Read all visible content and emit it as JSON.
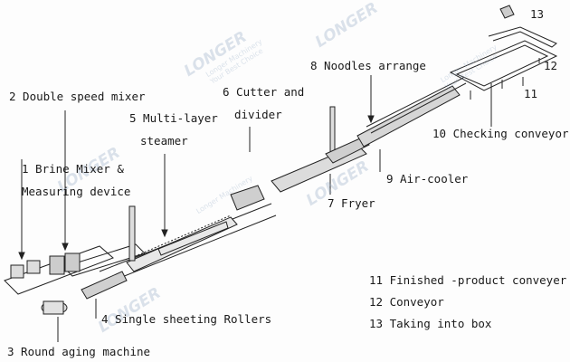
{
  "labels": {
    "l1a": "1 Brine Mixer &",
    "l1b": "Measuring device",
    "l2": "2 Double speed mixer",
    "l3": "3 Round aging machine",
    "l4": "4 Single sheeting Rollers",
    "l5a": "5 Multi-layer",
    "l5b": "steamer",
    "l6a": "6 Cutter and",
    "l6b": "divider",
    "l7": "7 Fryer",
    "l8": "8 Noodles arrange",
    "l9": "9 Air-cooler",
    "l10": "10 Checking conveyor",
    "c11": "11",
    "c12": "12",
    "c13": "13"
  },
  "legend": {
    "l11": "11 Finished -product conveyer",
    "l12": "12 Conveyor",
    "l13": "13 Taking into box"
  },
  "watermark": {
    "brand": "LONGER",
    "line1": "Longer Machinery",
    "line2": "Your Best Choice"
  },
  "colors": {
    "line": "#222222",
    "watermark": "#9ab0c8"
  }
}
